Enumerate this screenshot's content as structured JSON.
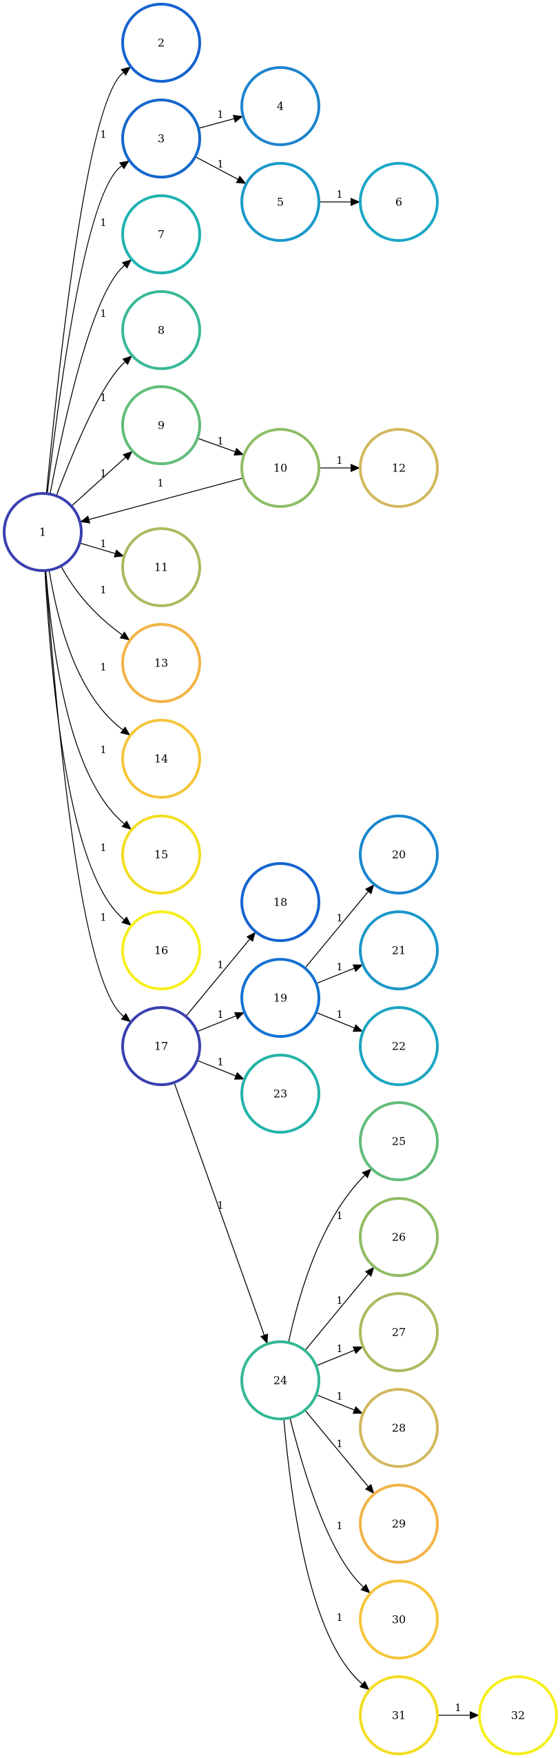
{
  "diagram": {
    "nodes": [
      {
        "id": "1",
        "label": "1",
        "color": "#3a3fb0"
      },
      {
        "id": "2",
        "label": "2",
        "color": "#1463cf"
      },
      {
        "id": "3",
        "label": "3",
        "color": "#1467cc"
      },
      {
        "id": "4",
        "label": "4",
        "color": "#1d84cd"
      },
      {
        "id": "5",
        "label": "5",
        "color": "#1a99c8"
      },
      {
        "id": "6",
        "label": "6",
        "color": "#1aa7c6"
      },
      {
        "id": "7",
        "label": "7",
        "color": "#1eb2b0"
      },
      {
        "id": "8",
        "label": "8",
        "color": "#39b896"
      },
      {
        "id": "9",
        "label": "9",
        "color": "#62bc7a"
      },
      {
        "id": "10",
        "label": "10",
        "color": "#8fbd64"
      },
      {
        "id": "11",
        "label": "11",
        "color": "#a9bb5f"
      },
      {
        "id": "12",
        "label": "12",
        "color": "#d2b85e"
      },
      {
        "id": "13",
        "label": "13",
        "color": "#f1b446"
      },
      {
        "id": "14",
        "label": "14",
        "color": "#f5c53a"
      },
      {
        "id": "15",
        "label": "15",
        "color": "#f3dd22"
      },
      {
        "id": "16",
        "label": "16",
        "color": "#f6ef1c"
      },
      {
        "id": "17",
        "label": "17",
        "color": "#3a3fb0"
      },
      {
        "id": "18",
        "label": "18",
        "color": "#1463cf"
      },
      {
        "id": "19",
        "label": "19",
        "color": "#1272d2"
      },
      {
        "id": "20",
        "label": "20",
        "color": "#1a86cf"
      },
      {
        "id": "21",
        "label": "21",
        "color": "#1a97c9"
      },
      {
        "id": "22",
        "label": "22",
        "color": "#1ba5c2"
      },
      {
        "id": "23",
        "label": "23",
        "color": "#22b3a8"
      },
      {
        "id": "24",
        "label": "24",
        "color": "#34b894"
      },
      {
        "id": "25",
        "label": "25",
        "color": "#62bc7a"
      },
      {
        "id": "26",
        "label": "26",
        "color": "#8fbd64"
      },
      {
        "id": "27",
        "label": "27",
        "color": "#a9bb5f"
      },
      {
        "id": "28",
        "label": "28",
        "color": "#d2b85e"
      },
      {
        "id": "29",
        "label": "29",
        "color": "#f1b446"
      },
      {
        "id": "30",
        "label": "30",
        "color": "#f5c53a"
      },
      {
        "id": "31",
        "label": "31",
        "color": "#f3dd22"
      },
      {
        "id": "32",
        "label": "32",
        "color": "#f6ef1c"
      }
    ],
    "edges": [
      {
        "from": "1",
        "to": "2",
        "label": "1"
      },
      {
        "from": "1",
        "to": "3",
        "label": "1"
      },
      {
        "from": "3",
        "to": "4",
        "label": "1"
      },
      {
        "from": "3",
        "to": "5",
        "label": "1"
      },
      {
        "from": "5",
        "to": "6",
        "label": "1"
      },
      {
        "from": "1",
        "to": "7",
        "label": "1"
      },
      {
        "from": "1",
        "to": "8",
        "label": "1"
      },
      {
        "from": "1",
        "to": "9",
        "label": "1"
      },
      {
        "from": "9",
        "to": "10",
        "label": "1"
      },
      {
        "from": "10",
        "to": "12",
        "label": "1"
      },
      {
        "from": "10",
        "to": "1",
        "label": "1"
      },
      {
        "from": "1",
        "to": "11",
        "label": "1"
      },
      {
        "from": "1",
        "to": "13",
        "label": "1"
      },
      {
        "from": "1",
        "to": "14",
        "label": "1"
      },
      {
        "from": "1",
        "to": "15",
        "label": "1"
      },
      {
        "from": "1",
        "to": "16",
        "label": "1"
      },
      {
        "from": "1",
        "to": "17",
        "label": "1"
      },
      {
        "from": "17",
        "to": "18",
        "label": "1"
      },
      {
        "from": "17",
        "to": "19",
        "label": "1"
      },
      {
        "from": "19",
        "to": "20",
        "label": "1"
      },
      {
        "from": "19",
        "to": "21",
        "label": "1"
      },
      {
        "from": "19",
        "to": "22",
        "label": "1"
      },
      {
        "from": "17",
        "to": "23",
        "label": "1"
      },
      {
        "from": "17",
        "to": "24",
        "label": "1"
      },
      {
        "from": "24",
        "to": "25",
        "label": "1"
      },
      {
        "from": "24",
        "to": "26",
        "label": "1"
      },
      {
        "from": "24",
        "to": "27",
        "label": "1"
      },
      {
        "from": "24",
        "to": "28",
        "label": "1"
      },
      {
        "from": "24",
        "to": "29",
        "label": "1"
      },
      {
        "from": "24",
        "to": "30",
        "label": "1"
      },
      {
        "from": "24",
        "to": "31",
        "label": "1"
      },
      {
        "from": "31",
        "to": "32",
        "label": "1"
      }
    ]
  }
}
